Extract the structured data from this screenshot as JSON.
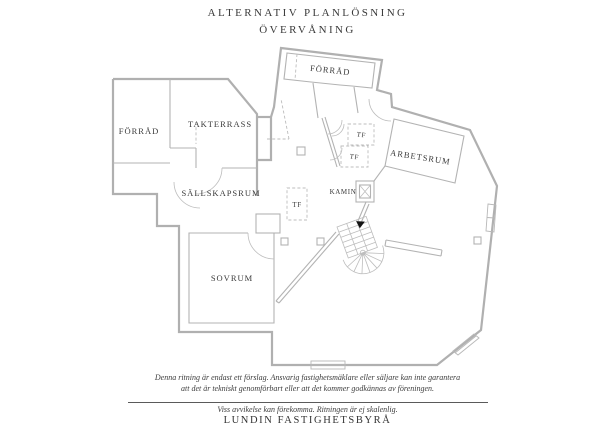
{
  "title": {
    "line1": "ALTERNATIV PLANLÖSNING",
    "line2": "ÖVERVÅNING"
  },
  "plan": {
    "rooms": {
      "forrad_left": "FÖRRÅD",
      "takterrass": "TAKTERRASS",
      "forrad_top": "FÖRRÅD",
      "arbetsrum": "ARBETSRUM",
      "sallskapsrum": "SÄLLSKAPSRUM",
      "sovrum": "SOVRUM",
      "kamin": "KAMIN",
      "tf": "TF"
    },
    "symbols": [
      "stairs-spiral",
      "fireplace",
      "windows",
      "door-arcs",
      "pillars"
    ]
  },
  "disclaimer": {
    "line1": "Denna ritning är endast ett förslag. Ansvarig fastighetsmäklare eller säljare kan inte garantera",
    "line2": "att det är tekniskt genomförbart eller att det kommer godkännas av föreningen."
  },
  "footer": {
    "note": "Viss avvikelse kan förekomma. Ritningen är ej skalenlig.",
    "company": "LUNDIN FASTIGHETSBYRÅ"
  },
  "colors": {
    "background": "#ffffff",
    "wall": "#b0b0b0",
    "text": "#3a3a3a"
  }
}
